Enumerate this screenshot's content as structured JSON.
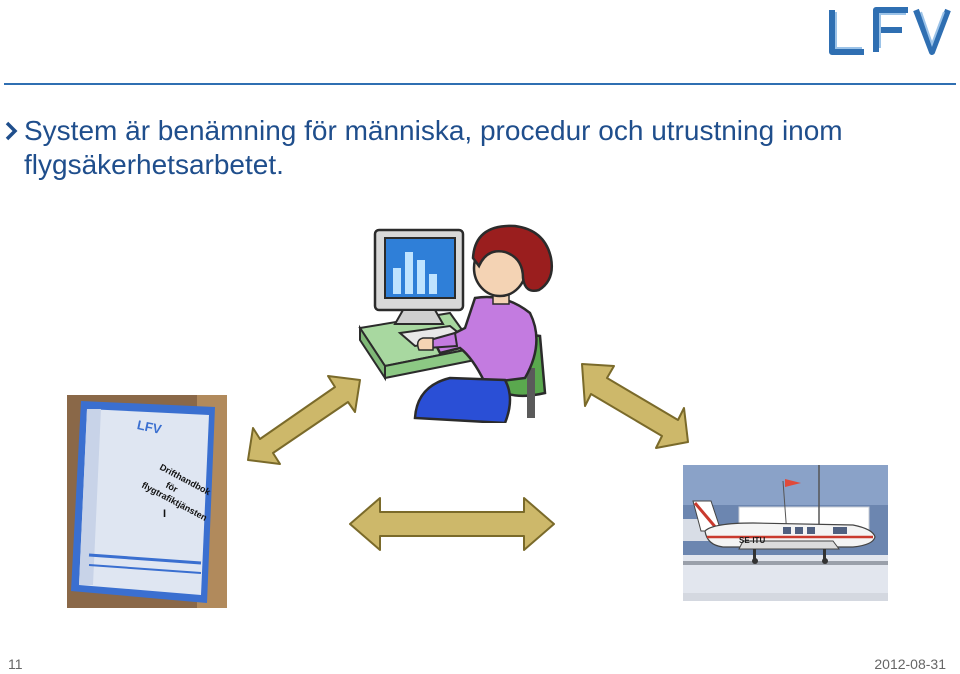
{
  "logo": {
    "text": "LFV",
    "color": "#2f6fb2"
  },
  "slide": {
    "bullet_text": "System är benämning för människa, procedur och utrustning inom flygsäkerhetsarbetet."
  },
  "manual": {
    "logo_text": "LFV",
    "title_line1": "Drifthandbok",
    "title_line2": "för",
    "title_line3": "flygtrafiktjänsten",
    "mark": "I"
  },
  "aircraft": {
    "registration": "SE-ITU"
  },
  "footer": {
    "page_number": "11",
    "date": "2012-08-31"
  },
  "colors": {
    "accent": "#2f6fb2",
    "text_blue": "#1f4e8c",
    "arrow_fill": "#cdb86a",
    "arrow_stroke": "#7a6a2a"
  }
}
